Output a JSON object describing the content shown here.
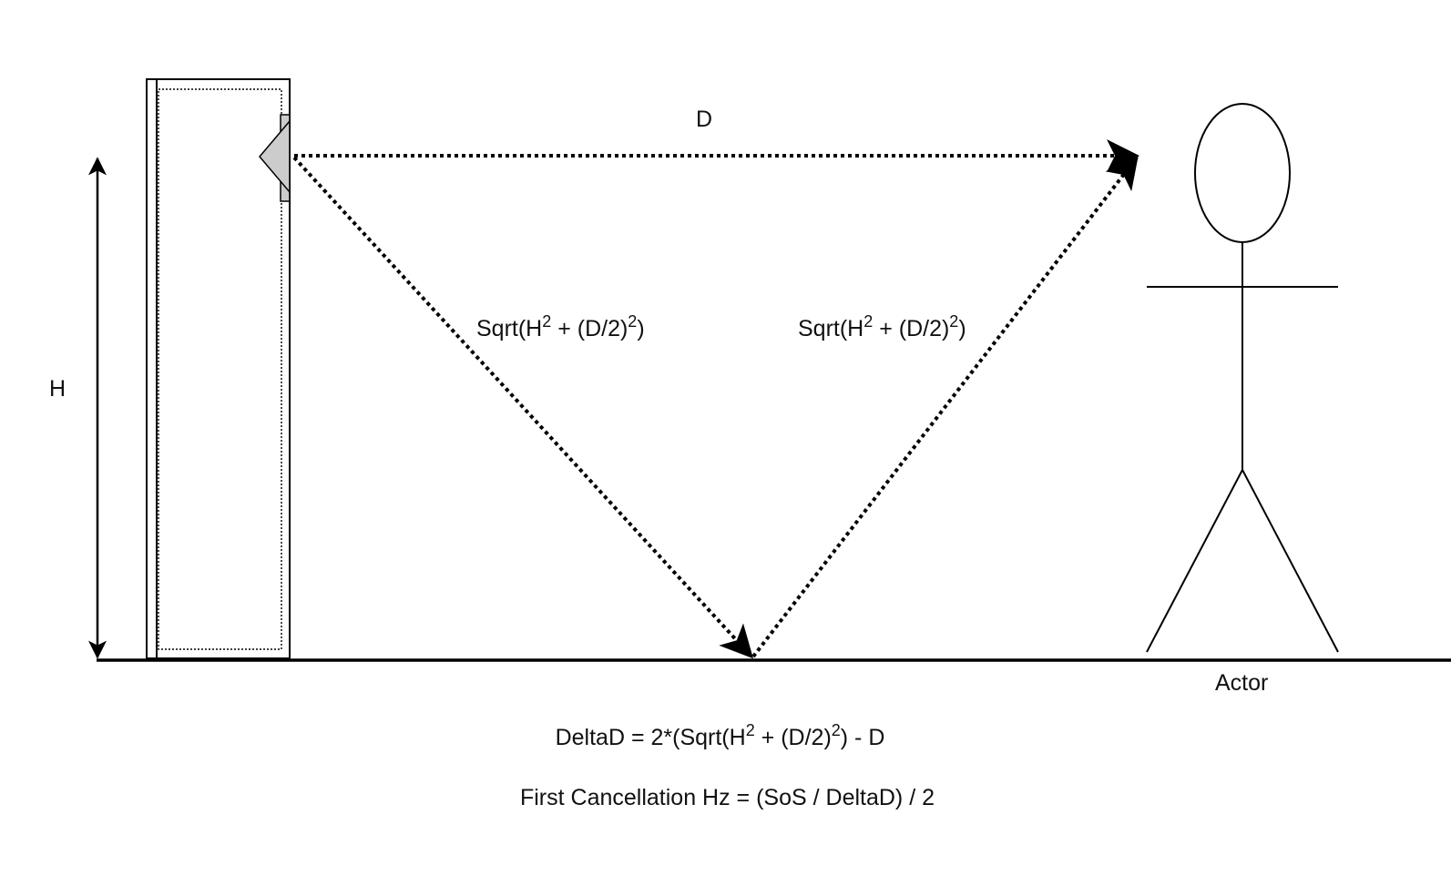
{
  "labels": {
    "d": "D",
    "h": "H",
    "actor": "Actor",
    "left_path": {
      "pre": "Sqrt(H",
      "sup1": "2",
      "mid": " + (D/2)",
      "sup2": "2",
      "post": ")"
    },
    "right_path": {
      "pre": "Sqrt(H",
      "sup1": "2",
      "mid": " + (D/2)",
      "sup2": "2",
      "post": ")"
    }
  },
  "formulas": {
    "delta_d": {
      "pre": "DeltaD = 2*(Sqrt(H",
      "sup1": "2",
      "mid": " + (D/2)",
      "sup2": "2",
      "post": ") - D"
    },
    "first_cancellation": "First Cancellation Hz = (SoS / DeltaD) / 2"
  },
  "colors": {
    "line": "#000000",
    "speaker_fill": "#cccccc",
    "background": "#ffffff"
  }
}
